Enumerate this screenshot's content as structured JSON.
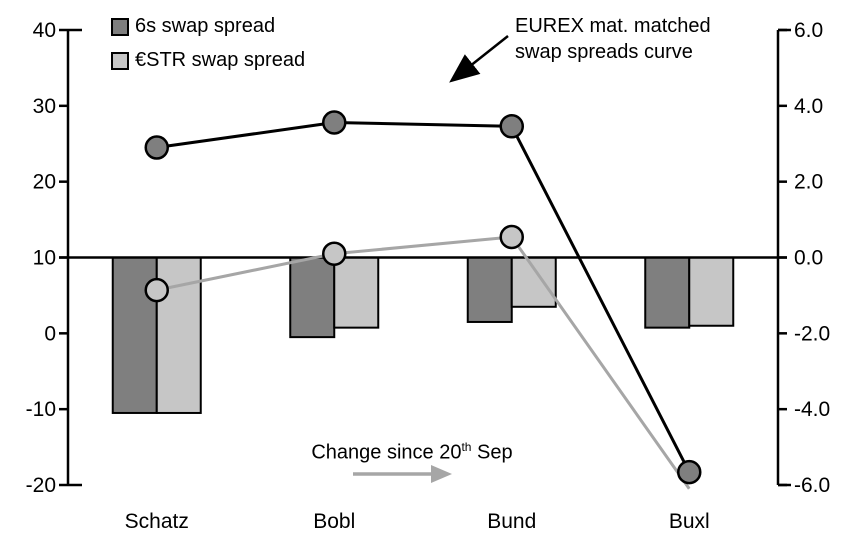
{
  "chart_data": {
    "type": "combo-bar-line",
    "categories": [
      "Schatz",
      "Bobl",
      "Bund",
      "Buxl"
    ],
    "left_axis": {
      "ticks": [
        "40",
        "30",
        "20",
        "10",
        "0",
        "-10",
        "-20"
      ],
      "tick_values": [
        40,
        30,
        20,
        10,
        0,
        -10,
        -20
      ],
      "min": -20,
      "max": 40
    },
    "right_axis": {
      "ticks": [
        "6.0",
        "4.0",
        "2.0",
        "0.0",
        "-2.0",
        "-4.0",
        "-6.0"
      ],
      "tick_values": [
        6,
        4,
        2,
        0,
        -2,
        -4,
        -6
      ],
      "min": -6,
      "max": 6
    },
    "bar_series": [
      {
        "name": "6s swap spread",
        "axis": "right",
        "color": "#7f7f7f",
        "values": [
          -4.1,
          -2.1,
          -1.7,
          -1.85
        ]
      },
      {
        "name": "€STR swap spread",
        "axis": "right",
        "color": "#c6c6c6",
        "values": [
          -4.1,
          -1.85,
          -1.3,
          -1.8
        ]
      }
    ],
    "line_series": [
      {
        "name": "6s swap spread curve",
        "axis": "left",
        "line_color": "#000000",
        "marker_color": "#7f7f7f",
        "values": [
          24.5,
          27.8,
          27.3,
          -18.3
        ]
      },
      {
        "name": "€STR swap spread curve",
        "axis": "left",
        "line_color": "#a6a6a6",
        "marker_color": "#c6c6c6",
        "values": [
          5.7,
          10.5,
          12.7,
          -20.5
        ]
      }
    ],
    "legend": [
      {
        "label": "6s swap spread",
        "color": "#7f7f7f"
      },
      {
        "label": "€STR swap spread",
        "color": "#c6c6c6"
      }
    ],
    "annotations": {
      "curve_label_line1": "EUREX mat. matched",
      "curve_label_line2": "swap spreads curve",
      "change_label_prefix": "Change since 20",
      "change_label_sup": "th",
      "change_label_suffix": " Sep"
    },
    "grid": "off",
    "background": "#ffffff"
  }
}
